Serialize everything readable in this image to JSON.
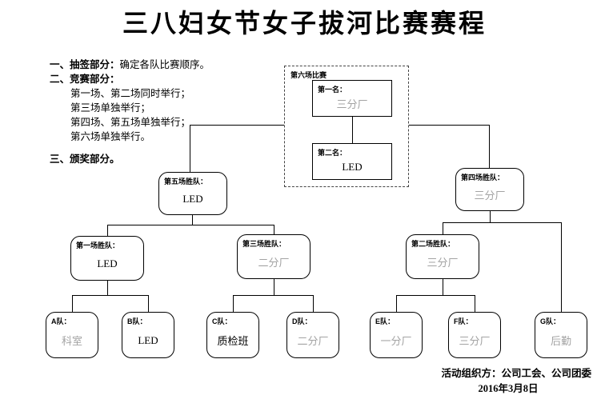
{
  "title": "三八妇女节女子拔河比赛赛程",
  "notes": {
    "item1_label": "一、抽签部分：",
    "item1_text": "确定各队比赛顺序。",
    "item2_label": "二、竞赛部分：",
    "item2_lines": [
      "第一场、第二场同时举行；",
      "第三场单独举行；",
      "第四场、第五场单独举行；",
      "第六场单独举行。"
    ],
    "item3_label": "三、颁奖部分。"
  },
  "bracket": {
    "final_label": "第六场比赛",
    "first_place": {
      "label": "第一名：",
      "team": "三分厂",
      "color": "#a3a3a3"
    },
    "second_place": {
      "label": "第二名：",
      "team": "LED",
      "color": "#000000"
    },
    "match5": {
      "label": "第五场胜队：",
      "team": "LED",
      "color": "#000000"
    },
    "match4": {
      "label": "第四场胜队：",
      "team": "三分厂",
      "color": "#a3a3a3"
    },
    "match1": {
      "label": "第一场胜队：",
      "team": "LED",
      "color": "#000000"
    },
    "match3": {
      "label": "第三场胜队：",
      "team": "二分厂",
      "color": "#a3a3a3"
    },
    "match2": {
      "label": "第二场胜队：",
      "team": "三分厂",
      "color": "#a3a3a3"
    },
    "teams": [
      {
        "label": "A队：",
        "name": "科室",
        "color": "#a3a3a3"
      },
      {
        "label": "B队：",
        "name": "LED",
        "color": "#000000"
      },
      {
        "label": "C队：",
        "name": "质检班",
        "color": "#000000"
      },
      {
        "label": "D队：",
        "name": "二分厂",
        "color": "#a3a3a3"
      },
      {
        "label": "E队：",
        "name": "一分厂",
        "color": "#a3a3a3"
      },
      {
        "label": "F队：",
        "name": "三分厂",
        "color": "#a3a3a3"
      },
      {
        "label": "G队：",
        "name": "后勤",
        "color": "#a3a3a3"
      }
    ]
  },
  "footer": {
    "organizer": "活动组织方：公司工会、公司团委",
    "date": "2016年3月8日"
  }
}
